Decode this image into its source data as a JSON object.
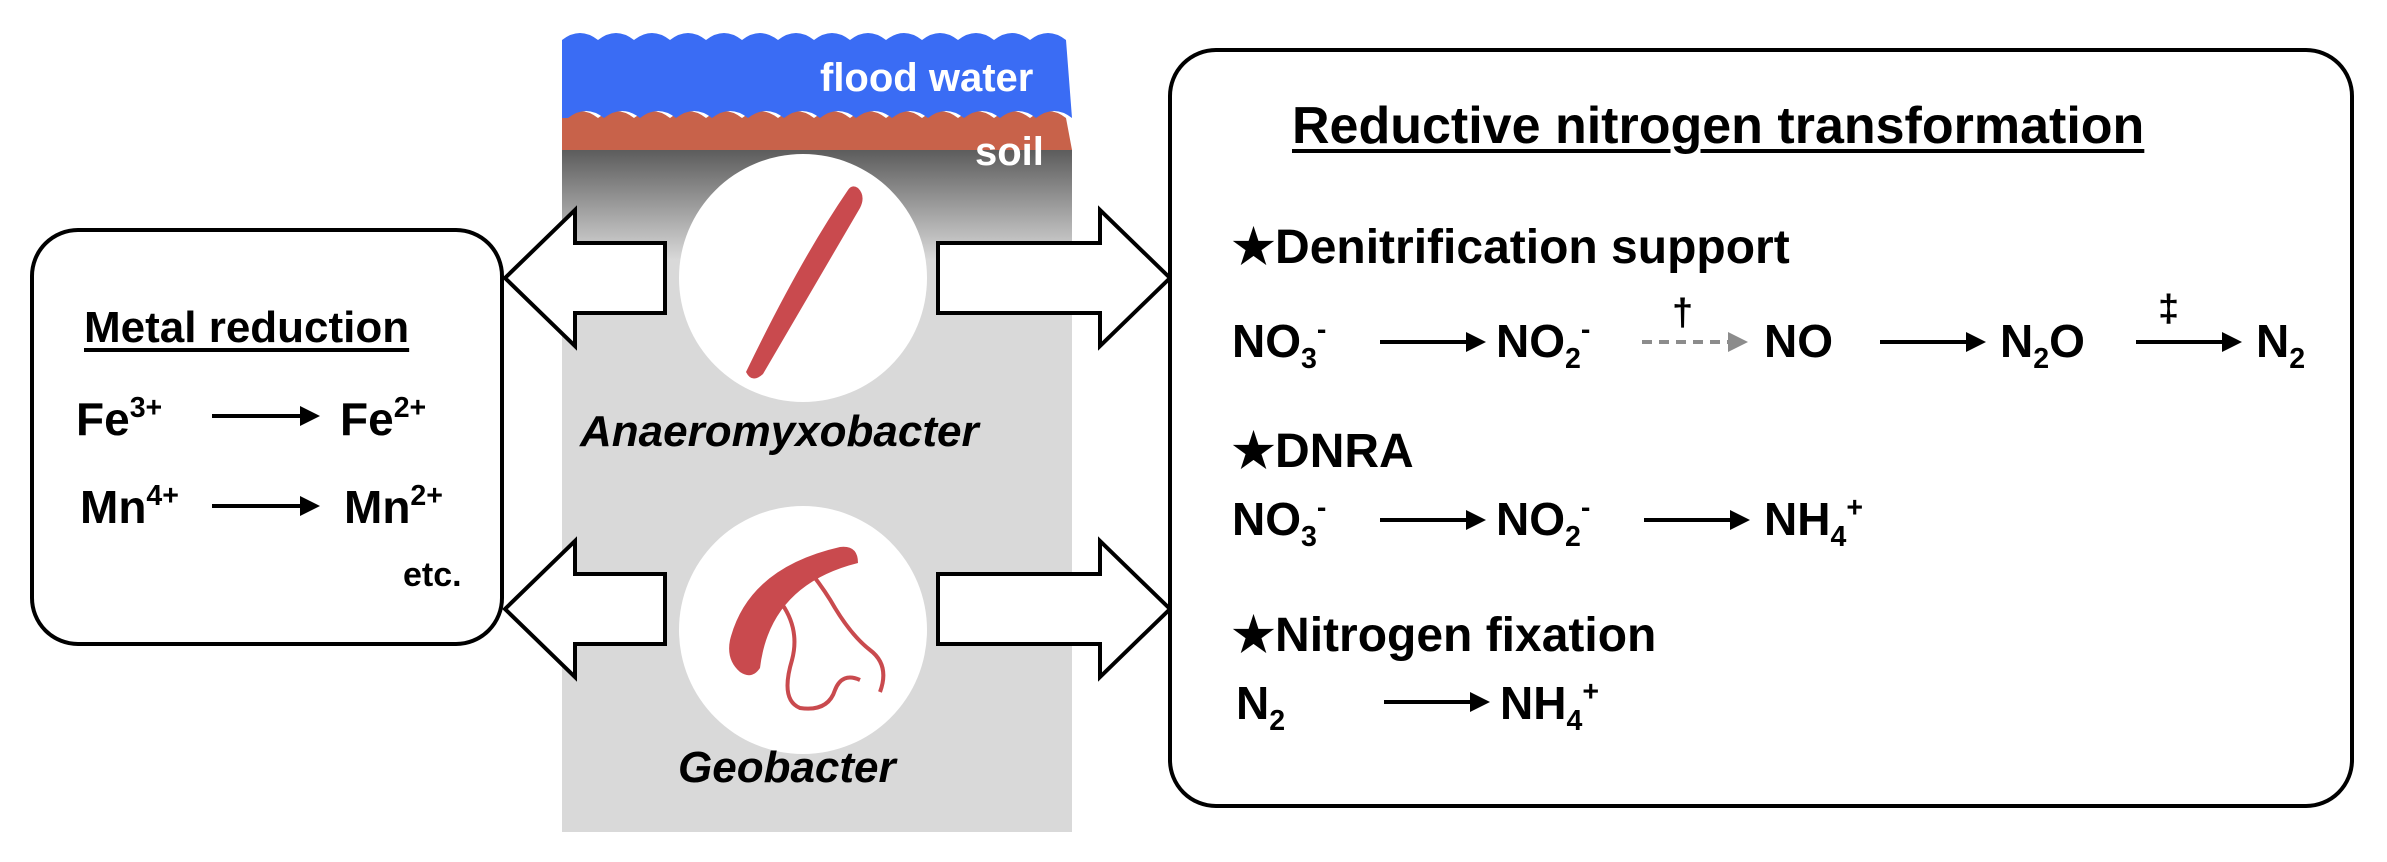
{
  "center": {
    "flood_water_label": "flood water",
    "soil_label": "soil",
    "organism1": "Anaeromyxobacter",
    "organism2": "Geobacter",
    "colors": {
      "water": "#3a6cf4",
      "soil": "#c8624a",
      "column_gray": "#d9d9d9",
      "bacteria": "#c94a4e"
    }
  },
  "metal_box": {
    "title": "Metal reduction",
    "rows": [
      {
        "from": "Fe",
        "from_sup": "3+",
        "to": "Fe",
        "to_sup": "2+"
      },
      {
        "from": "Mn",
        "from_sup": "4+",
        "to": "Mn",
        "to_sup": "2+"
      }
    ],
    "etc": "etc."
  },
  "nitrogen_box": {
    "title": "Reductive nitrogen transformation",
    "star": "★",
    "sections": [
      {
        "heading": "Denitrification support",
        "steps": [
          "NO3-",
          "NO2-",
          "NO",
          "N2O",
          "N2"
        ],
        "marks": {
          "dagger": "†",
          "double_dagger": "‡"
        }
      },
      {
        "heading": "DNRA",
        "steps": [
          "NO3-",
          "NO2-",
          "NH4+"
        ]
      },
      {
        "heading": "Nitrogen fixation",
        "steps": [
          "N2",
          "NH4+"
        ]
      }
    ],
    "chem": {
      "N": "N",
      "O": "O",
      "NO": "NO",
      "NH": "NH",
      "sub2": "2",
      "sub3": "3",
      "sub4": "4",
      "minus": "-",
      "plus": "+"
    }
  }
}
